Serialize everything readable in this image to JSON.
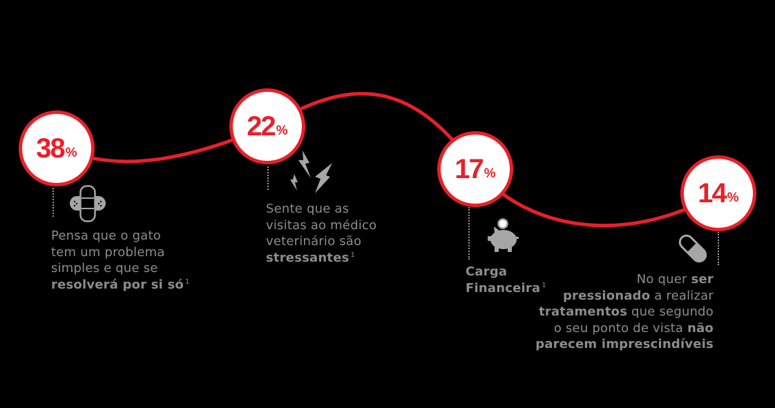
{
  "colors": {
    "background": "#000000",
    "accent_red": "#e8202a",
    "circle_fill": "#ffffff",
    "text_gray": "#8c8c8c",
    "icon_gray": "#a6a6a6"
  },
  "stats": [
    {
      "value": "38",
      "unit": "%",
      "icon": "bandage-icon",
      "caption": {
        "line1": "Pensa que o gato",
        "line2": "tem um problema",
        "line3": "simples e que se",
        "line4_bold": "resolverá por si só",
        "footnote": "1"
      }
    },
    {
      "value": "22",
      "unit": "%",
      "icon": "lightning-bolts-icon",
      "caption": {
        "line1": "Sente que as",
        "line2": "visitas ao médico",
        "line3": "veterinário são",
        "line4_bold": "stressantes",
        "footnote": "1"
      }
    },
    {
      "value": "17",
      "unit": "%",
      "icon": "piggy-bank-icon",
      "caption": {
        "line1_bold": "Carga",
        "line2_bold": "Financeira",
        "footnote": "1"
      }
    },
    {
      "value": "14",
      "unit": "%",
      "icon": "pill-capsule-icon",
      "caption": {
        "line1_a": "No quer ",
        "line1_b_bold": "ser",
        "line2_a_bold": "pressionado",
        "line2_b": " a realizar",
        "line3_a_bold": "tratamentos",
        "line3_b": " que segundo",
        "line4_a": "o seu ponto de vista ",
        "line4_b_bold": "não",
        "line5_bold": "parecem imprescindíveis"
      }
    }
  ],
  "chart_data": {
    "type": "infographic",
    "title": "",
    "categories": [
      "Pensa que o gato tem um problema simples e que se resolverá por si só",
      "Sente que as visitas ao médico veterinário são stressantes",
      "Carga Financeira",
      "No quer ser pressionado a realizar tratamentos que segundo o seu ponto de vista não parecem imprescindíveis"
    ],
    "values": [
      38,
      22,
      17,
      14
    ],
    "unit": "%",
    "footnote_marker": "1"
  }
}
